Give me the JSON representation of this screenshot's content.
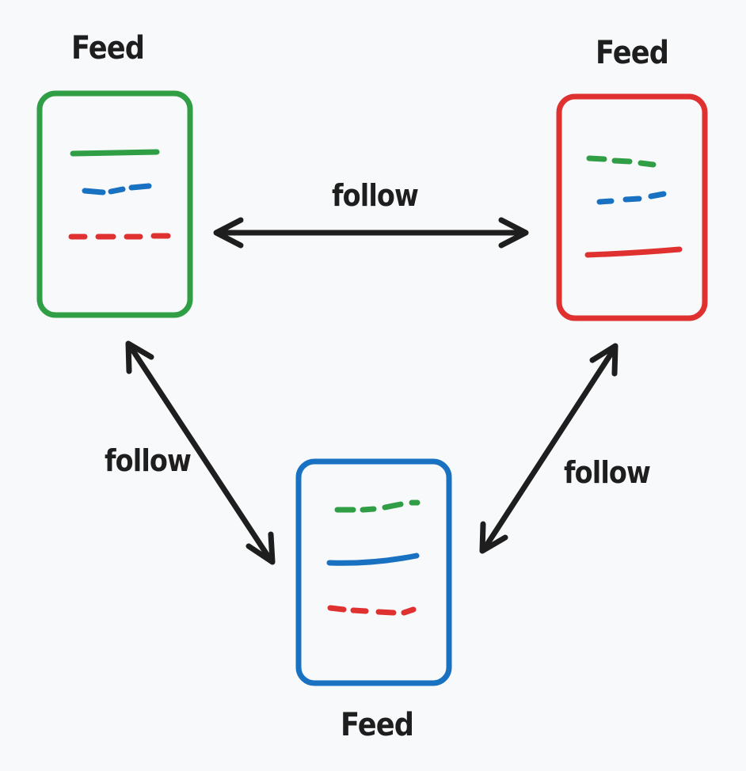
{
  "nodes": {
    "green": {
      "title": "Feed",
      "color": "#2f9e44"
    },
    "red": {
      "title": "Feed",
      "color": "#e03131"
    },
    "blue": {
      "title": "Feed",
      "color": "#1971c2"
    }
  },
  "edges": {
    "green_red": {
      "label": "follow"
    },
    "green_blue": {
      "label": "follow"
    },
    "red_blue": {
      "label": "follow"
    }
  },
  "colors": {
    "arrow": "#1e1e1e",
    "background": "#f8f9fa"
  }
}
